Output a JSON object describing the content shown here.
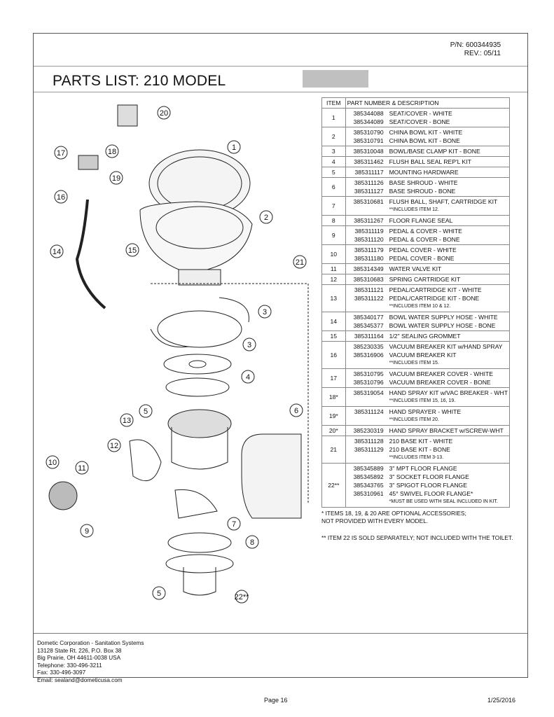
{
  "header": {
    "pn": "P/N:  600344935",
    "rev": "REV.:  05/11"
  },
  "title": "PARTS LIST:  210 MODEL",
  "table": {
    "col_item": "ITEM",
    "col_desc": "PART NUMBER & DESCRIPTION",
    "rows": [
      {
        "item": "1",
        "lines": [
          {
            "pn": "385344088",
            "desc": "SEAT/COVER - WHITE"
          },
          {
            "pn": "385344089",
            "desc": "SEAT/COVER - BONE"
          }
        ]
      },
      {
        "item": "2",
        "lines": [
          {
            "pn": "385310790",
            "desc": "CHINA BOWL KIT - WHITE"
          },
          {
            "pn": "385310791",
            "desc": "CHINA BOWL KIT - BONE"
          }
        ]
      },
      {
        "item": "3",
        "lines": [
          {
            "pn": "385310048",
            "desc": "BOWL/BASE CLAMP KIT - BONE"
          }
        ]
      },
      {
        "item": "4",
        "lines": [
          {
            "pn": "385311462",
            "desc": "FLUSH BALL SEAL REP'L KIT"
          }
        ]
      },
      {
        "item": "5",
        "lines": [
          {
            "pn": "385311117",
            "desc": "MOUNTING HARDWARE"
          }
        ]
      },
      {
        "item": "6",
        "lines": [
          {
            "pn": "385311126",
            "desc": "BASE SHROUD - WHITE"
          },
          {
            "pn": "385311127",
            "desc": "BASE SHROUD - BONE"
          }
        ]
      },
      {
        "item": "7",
        "lines": [
          {
            "pn": "385310681",
            "desc": "FLUSH BALL, SHAFT, CARTRIDGE KIT"
          }
        ],
        "note": "**INCLUDES ITEM 12."
      },
      {
        "item": "8",
        "lines": [
          {
            "pn": "385311267",
            "desc": "FLOOR FLANGE SEAL"
          }
        ]
      },
      {
        "item": "9",
        "lines": [
          {
            "pn": "385311119",
            "desc": "PEDAL & COVER - WHITE"
          },
          {
            "pn": "385311120",
            "desc": "PEDAL & COVER - BONE"
          }
        ]
      },
      {
        "item": "10",
        "lines": [
          {
            "pn": "385311179",
            "desc": "PEDAL COVER - WHITE"
          },
          {
            "pn": "385311180",
            "desc": "PEDAL COVER - BONE"
          }
        ]
      },
      {
        "item": "11",
        "lines": [
          {
            "pn": "385314349",
            "desc": "WATER VALVE KIT"
          }
        ]
      },
      {
        "item": "12",
        "lines": [
          {
            "pn": "385310683",
            "desc": "SPRING CARTRIDGE KIT"
          }
        ]
      },
      {
        "item": "13",
        "lines": [
          {
            "pn": "385311121",
            "desc": "PEDAL/CARTRIDGE KIT - WHITE"
          },
          {
            "pn": "385311122",
            "desc": "PEDAL/CARTRIDGE KIT - BONE"
          }
        ],
        "note": "**INCLUDES ITEM 10 & 12."
      },
      {
        "item": "14",
        "lines": [
          {
            "pn": "385340177",
            "desc": "BOWL WATER SUPPLY HOSE - WHITE"
          },
          {
            "pn": "385345377",
            "desc": "BOWL WATER SUPPLY HOSE - BONE"
          }
        ]
      },
      {
        "item": "15",
        "lines": [
          {
            "pn": "385311164",
            "desc": "1/2\" SEALING GROMMET"
          }
        ]
      },
      {
        "item": "16",
        "lines": [
          {
            "pn": "385230335",
            "desc": "VACUUM BREAKER KIT w/HAND SPRAY"
          },
          {
            "pn": "385316906",
            "desc": "VACUUM BREAKER KIT"
          }
        ],
        "note": "**INCLUDES ITEM 15."
      },
      {
        "item": "17",
        "lines": [
          {
            "pn": "385310795",
            "desc": "VACUUM BREAKER COVER - WHITE"
          },
          {
            "pn": "385310796",
            "desc": "VACUUM BREAKER COVER - BONE"
          }
        ]
      },
      {
        "item": "18*",
        "lines": [
          {
            "pn": "385319054",
            "desc": "HAND SPRAY KIT w/VAC BREAKER - WHT"
          }
        ],
        "note": "**INCLUDES ITEM 15, 16, 19."
      },
      {
        "item": "19*",
        "lines": [
          {
            "pn": "385311124",
            "desc": "HAND SPRAYER - WHITE"
          }
        ],
        "note": "**INCLUDES ITEM 20."
      },
      {
        "item": "20*",
        "lines": [
          {
            "pn": "385230319",
            "desc": "HAND SPRAY BRACKET w/SCREW-WHT"
          }
        ]
      },
      {
        "item": "21",
        "lines": [
          {
            "pn": "385311128",
            "desc": "210 BASE KIT - WHITE"
          },
          {
            "pn": "385311129",
            "desc": "210 BASE KIT - BONE"
          }
        ],
        "note": "**INCLUDES ITEM 3-13."
      },
      {
        "item": "22**",
        "lines": [
          {
            "pn": "385345889",
            "desc": "3\" MPT FLOOR FLANGE"
          },
          {
            "pn": "385345892",
            "desc": "3\" SOCKET FLOOR FLANGE"
          },
          {
            "pn": "385343765",
            "desc": "3\" SPIGOT FLOOR FLANGE"
          },
          {
            "pn": "385310961",
            "desc": "45° SWIVEL FLOOR FLANGE*"
          }
        ],
        "note": "*MUST BE USED WITH SEAL INCLUDED IN KIT."
      }
    ]
  },
  "footnotes": {
    "optional_1": "* ITEMS 18, 19, & 20 ARE OPTIONAL ACCESSORIES;",
    "optional_2": "NOT PROVIDED WITH EVERY MODEL.",
    "separate": "** ITEM 22 IS SOLD SEPARATELY; NOT INCLUDED WITH THE TOILET."
  },
  "address": [
    "Dometic Corporation - Sanitation Systems",
    "13128 State Rt. 226, P.O. Box 38",
    "Big Prairie, OH 44611-0038 USA",
    "Telephone: 330-496-3211",
    "Fax: 330-496-3097",
    "Email: sealand@dometicusa.com"
  ],
  "callouts": [
    "20",
    "1",
    "17",
    "18",
    "19",
    "16",
    "2",
    "15",
    "14",
    "21",
    "3",
    "3",
    "4",
    "5",
    "6",
    "13",
    "12",
    "10",
    "11",
    "9",
    "7",
    "8",
    "5",
    "22**"
  ],
  "page_footer": {
    "page": "Page 16",
    "date": "1/25/2016"
  }
}
